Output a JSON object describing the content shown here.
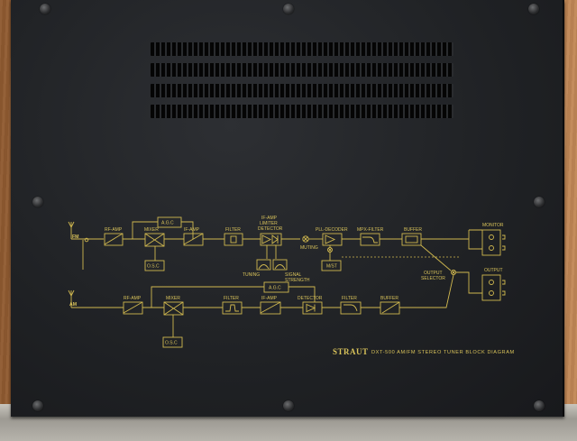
{
  "labels": {
    "fm": "FM",
    "am": "AM",
    "rf_amp_fm": "RF-AMP",
    "mixer_fm": "MIXER",
    "agc_fm": "A.G.C",
    "if_amp_fm": "IF-AMP",
    "osc_fm": "O.S.C",
    "filter_fm": "FILTER",
    "if_amp_limiter": "IF-AMP",
    "limiter": "LIMITER",
    "detector_fm": "DETECTOR",
    "muting": "MUTING",
    "pll_decoder": "PLL-DECODER",
    "mpx_filter": "MPX-FILTER",
    "buffer_fm": "BUFFER",
    "monitor": "MONITOR",
    "tuning": "TUNING",
    "signal": "SIGNAL",
    "strength": "STRENGTH",
    "mst": "M/ST",
    "output_selector_1": "OUTPUT",
    "output_selector_2": "SELECTOR",
    "output": "OUTPUT",
    "rf_amp_am": "RF-AMP",
    "agc_am": "A.G.C",
    "mixer_am": "MIXER",
    "osc_am": "O.S.C",
    "filter_am_1": "FILTER",
    "if_amp_am": "IF-AMP",
    "detector_am": "DETECTOR",
    "filter_am_2": "FILTER",
    "buffer_am": "BUFFER",
    "brand": "STRAUT",
    "model_line": "DXT-500 AM/FM STEREO TUNER BLOCK DIAGRAM"
  },
  "colors": {
    "print": "#d8c25a",
    "panel": "#222427",
    "wood": "#a56d3e"
  }
}
